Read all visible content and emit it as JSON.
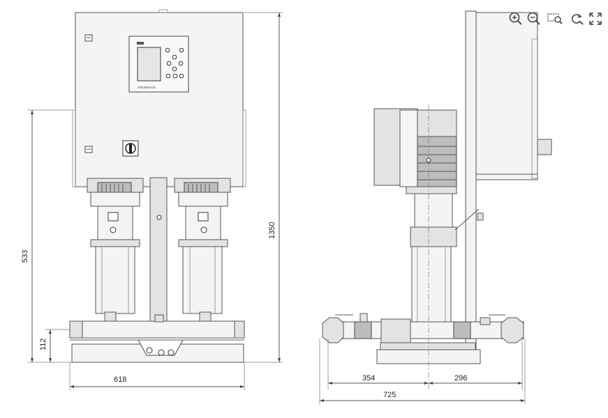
{
  "dimensions": {
    "front_width": "618",
    "front_total_height": "1350",
    "front_suction_height": "533",
    "front_base_height": "112",
    "side_left": "354",
    "side_right": "296",
    "side_total": "725"
  },
  "controller_label": "GRUNDFOS",
  "toolbar": {
    "icons": [
      "zoom-in-icon",
      "zoom-out-icon",
      "zoom-area-icon",
      "rotate-icon",
      "fullscreen-icon"
    ]
  }
}
